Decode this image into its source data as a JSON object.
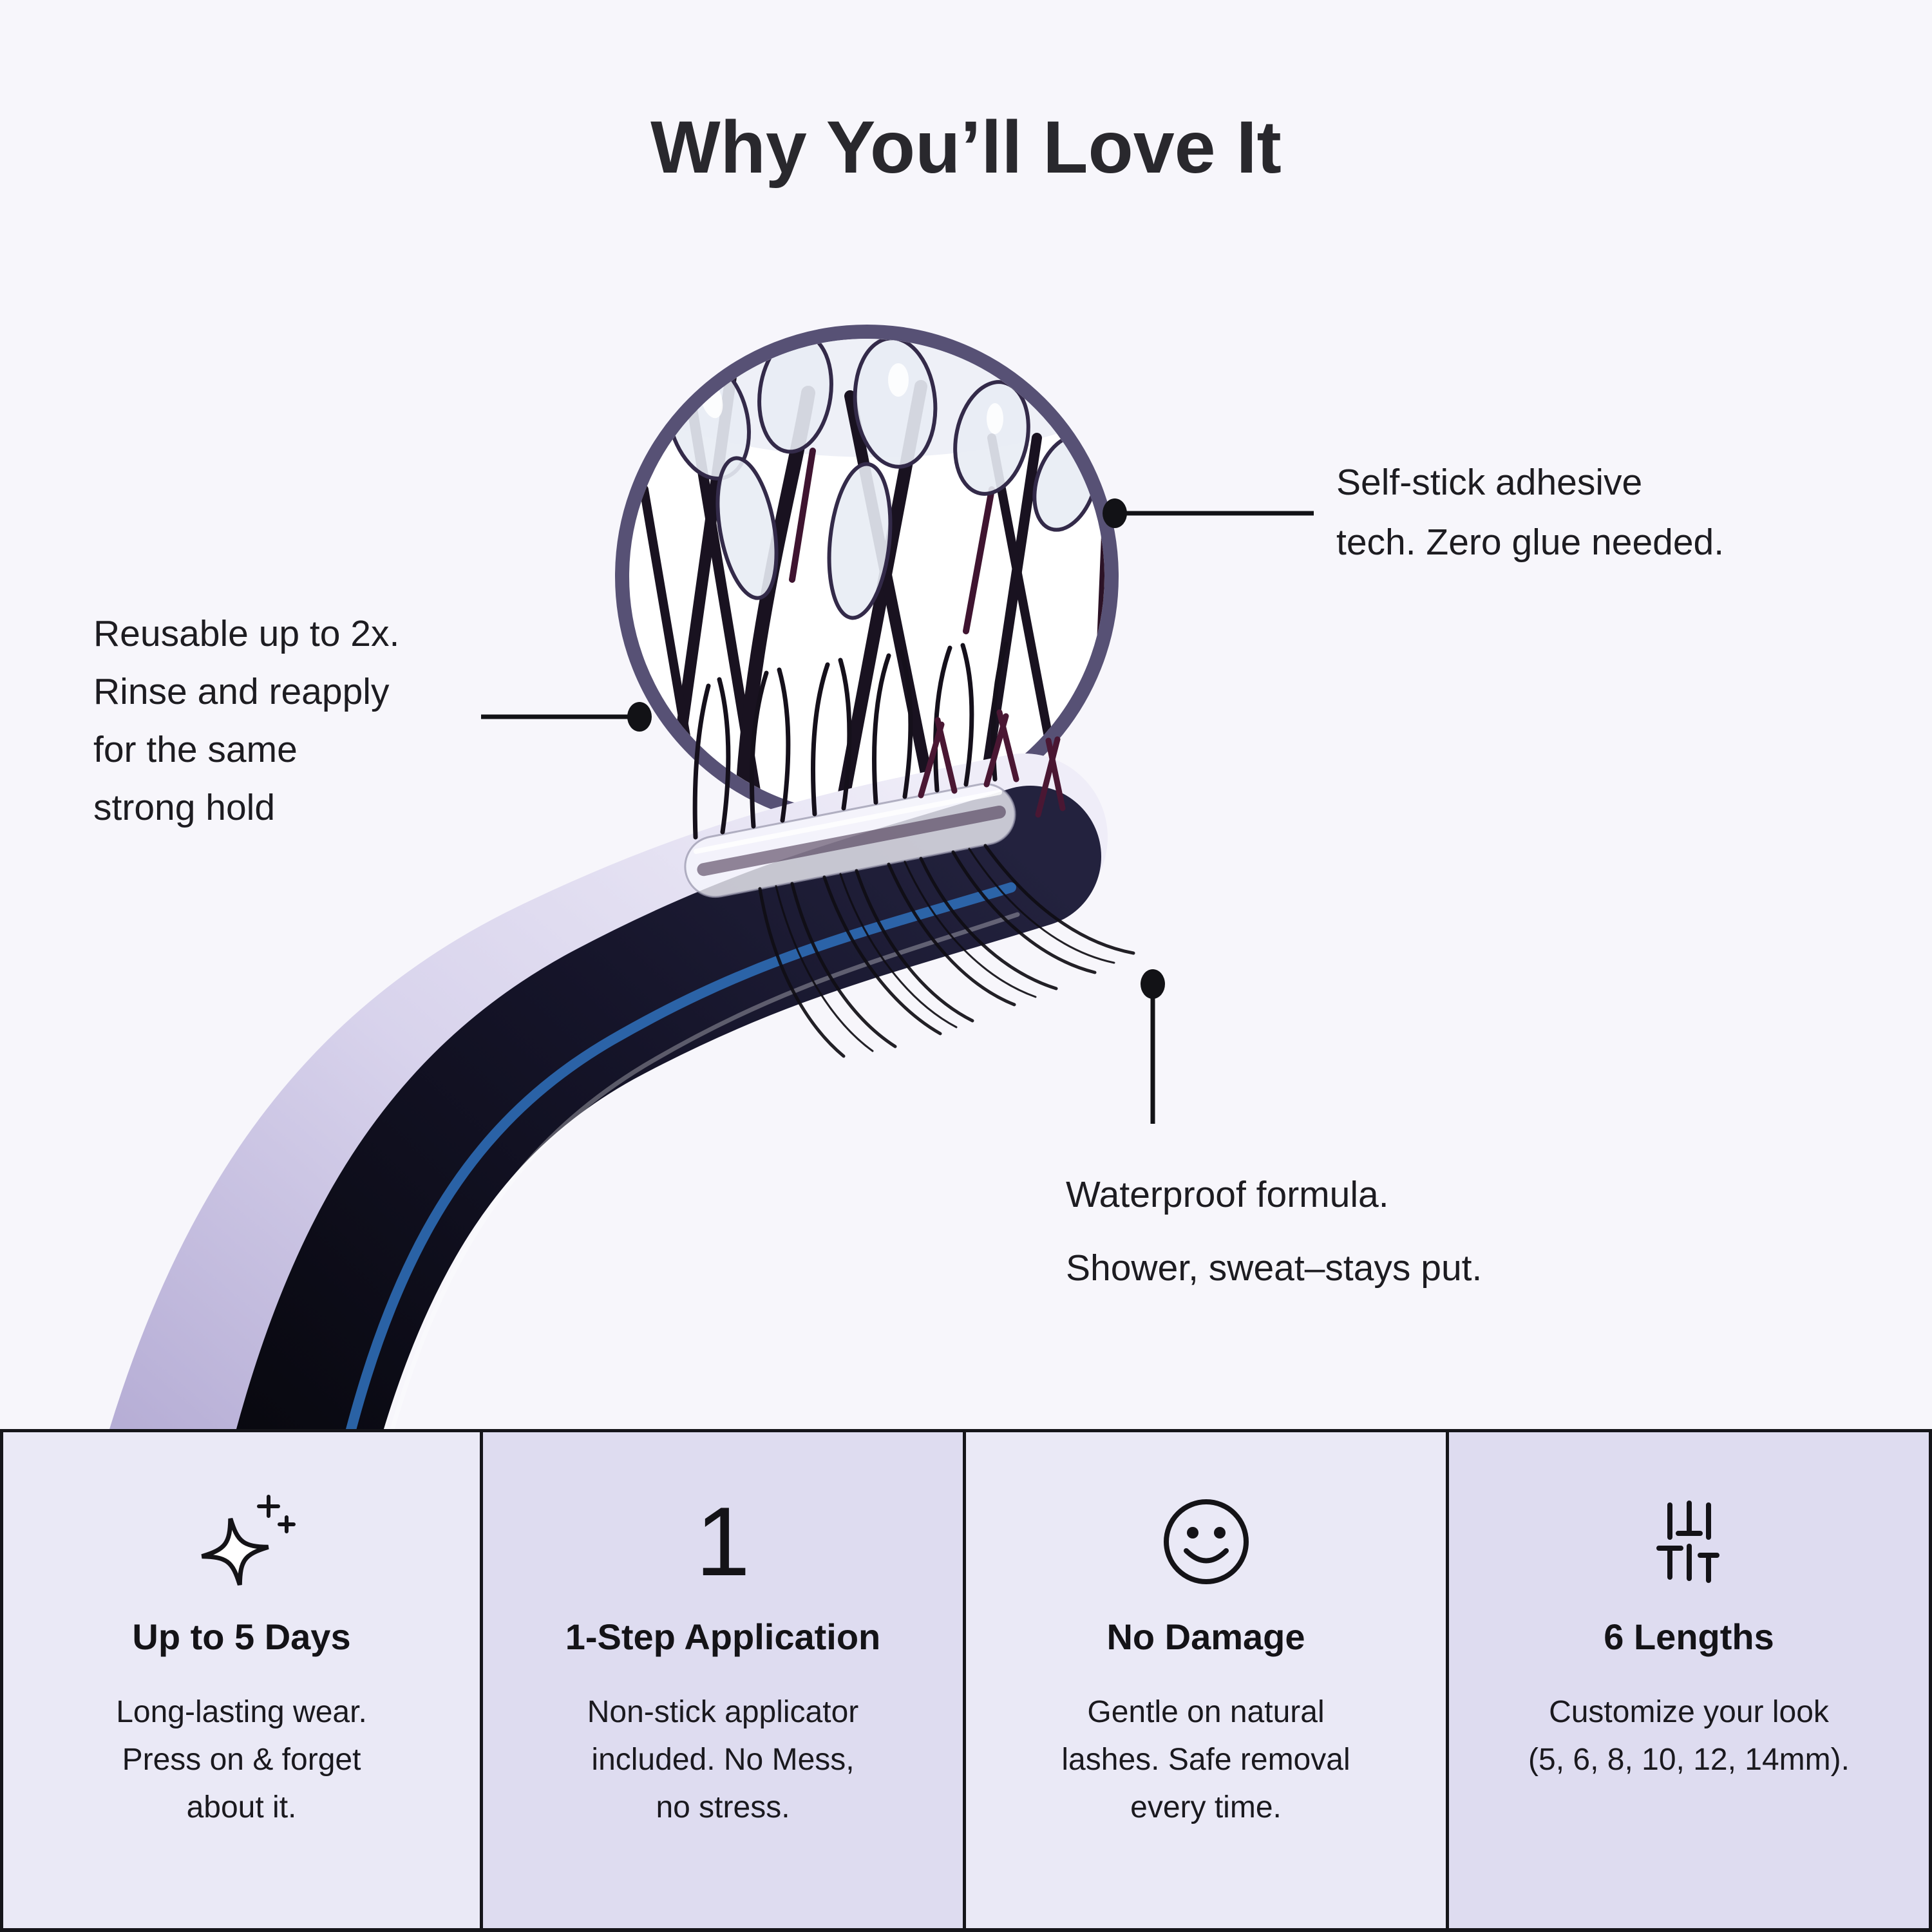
{
  "title": "Why You’ll Love It",
  "callouts": {
    "adhesive": {
      "lines": [
        "Self-stick adhesive",
        "tech. Zero glue needed."
      ]
    },
    "reusable": {
      "lines": [
        "Reusable up to 2x.",
        "Rinse and reapply",
        "for the same",
        "strong hold"
      ]
    },
    "waterproof": {
      "lines": [
        "Waterproof formula.",
        "Shower, sweat–stays put."
      ]
    }
  },
  "features": [
    {
      "icon": "sparkle-icon",
      "title": "Up to 5 Days",
      "body": [
        "Long-lasting wear.",
        "Press on & forget",
        "about it."
      ]
    },
    {
      "icon": "one-icon",
      "icon_glyph": "1",
      "title": "1-Step Application",
      "body": [
        "Non-stick applicator",
        "included. No Mess,",
        "no stress."
      ]
    },
    {
      "icon": "smiley-icon",
      "title": "No Damage",
      "body": [
        "Gentle on natural",
        "lashes. Safe removal",
        "every time."
      ]
    },
    {
      "icon": "lengths-icon",
      "title": "6 Lengths",
      "body": [
        "Customize your look",
        "(5, 6, 8, 10, 12, 14mm)."
      ]
    }
  ],
  "colors": {
    "bg": "#F7F6FB",
    "panel_light": "#EAE9F6",
    "panel_dark": "#DEDCF0",
    "border": "#15151A",
    "circle_border": "#575175",
    "text": "#1D1C21",
    "lash_black": "#14101A",
    "tweezer_blue": "#2E6CB5"
  }
}
